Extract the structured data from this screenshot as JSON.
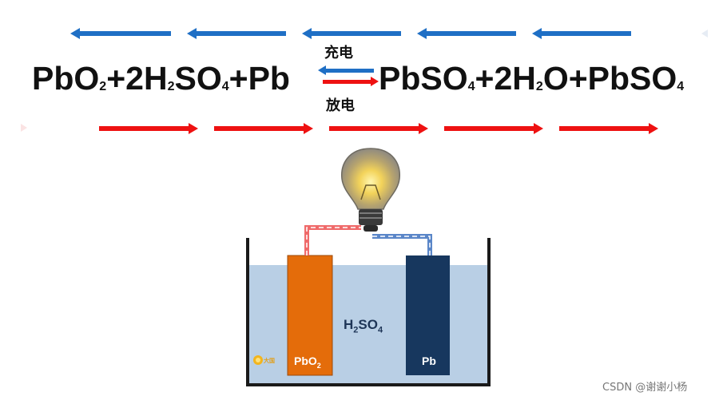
{
  "equation": {
    "left": {
      "a": "PbO",
      "a_sub": "2",
      "b": "+2H",
      "b_sub": "2",
      "c": "SO",
      "c_sub": "4",
      "d": "+Pb"
    },
    "right": {
      "a": "PbSO",
      "a_sub": "4",
      "b": "+2H",
      "b_sub": "2",
      "c": "O+PbSO",
      "c_sub": "4"
    },
    "charge_label": "充电",
    "discharge_label": "放电"
  },
  "cell": {
    "electrolyte": {
      "main": "H",
      "sub1": "2",
      "mid": "SO",
      "sub2": "4"
    },
    "positive_electrode": {
      "main": "PbO",
      "sub": "2"
    },
    "negative_electrode": "Pb",
    "logo_text": "大国"
  },
  "colors": {
    "blue_arrow": "#1f6fc5",
    "red_arrow": "#ee1111",
    "electrolyte": "#b9cfe5",
    "pbo2": "#e46c0a",
    "pb": "#17375e"
  },
  "watermark": "CSDN @谢谢小杨"
}
